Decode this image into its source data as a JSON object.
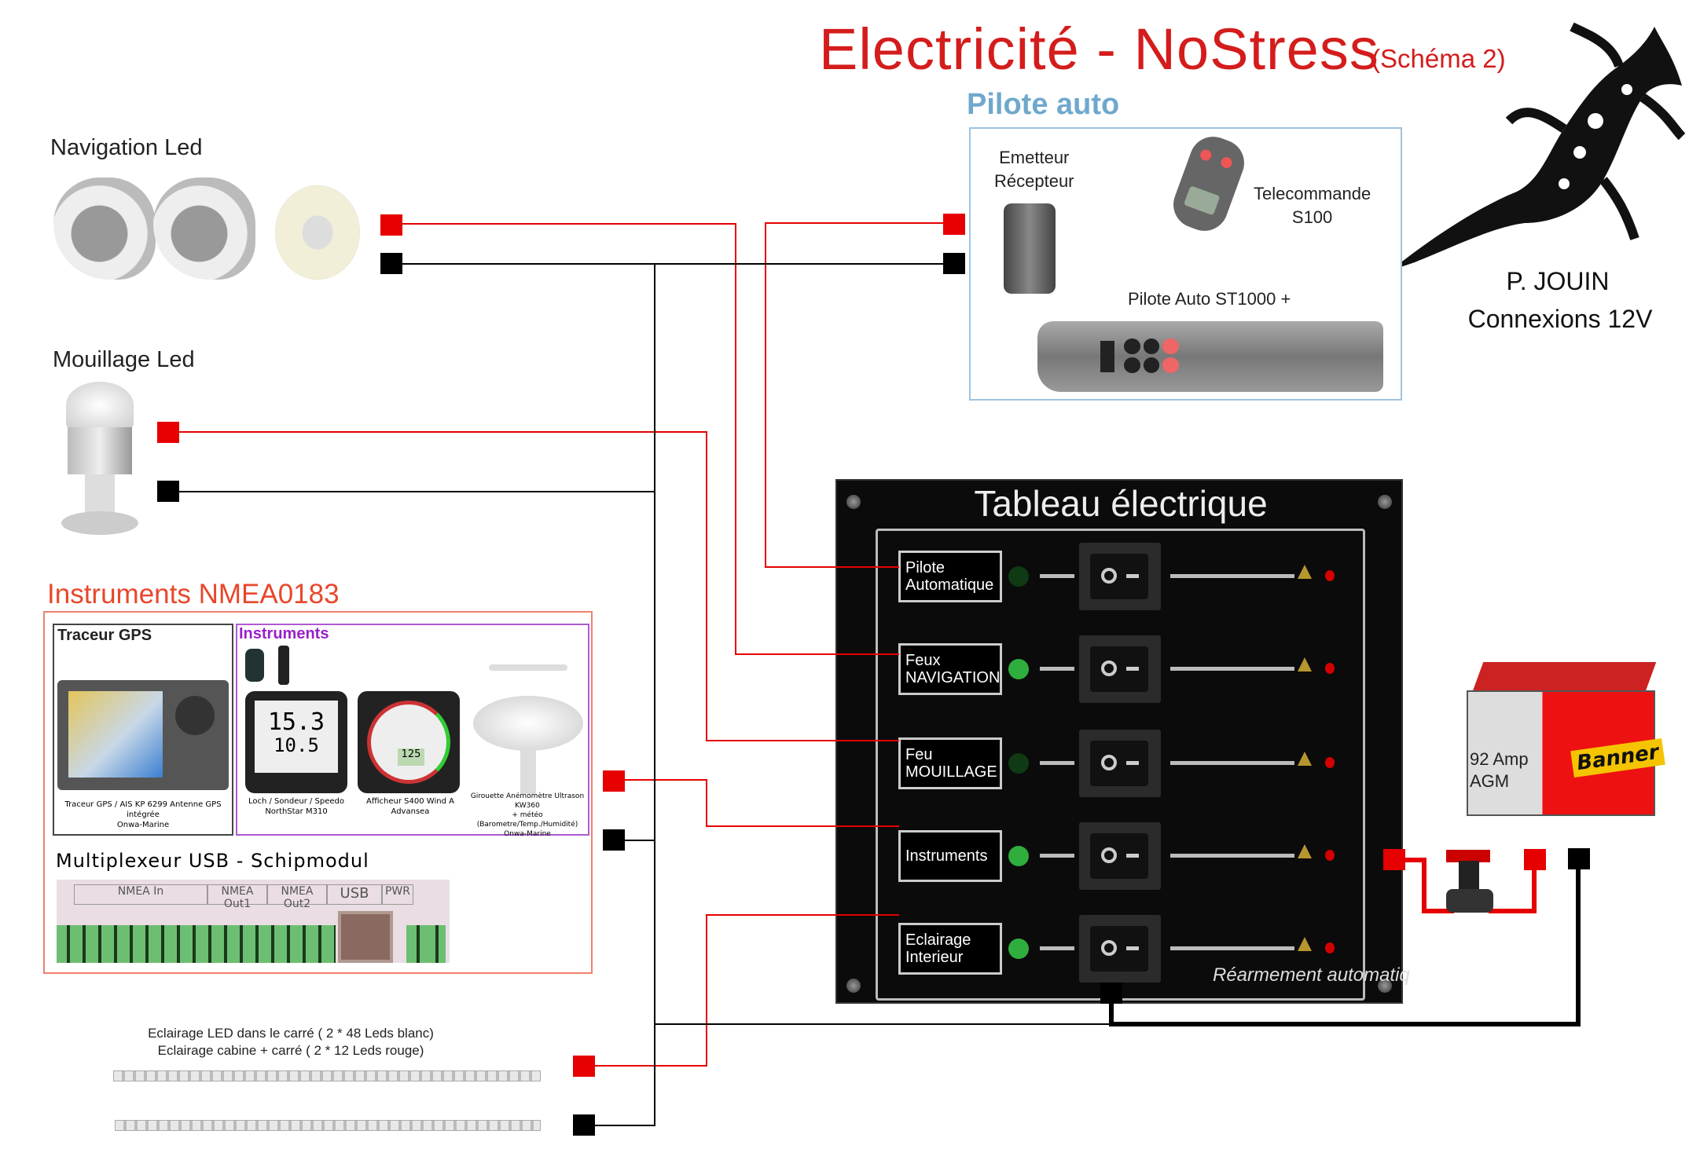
{
  "header": {
    "title": "Electricité - NoStress",
    "subtitle": "(Schéma 2)",
    "author": "P. JOUIN",
    "connections": "Connexions 12V"
  },
  "pilote": {
    "section": "Pilote auto",
    "emitter": [
      "Emetteur",
      "Récepteur"
    ],
    "remote": [
      "Telecommande",
      "S100"
    ],
    "autopilot": "Pilote Auto ST1000 +"
  },
  "lights": {
    "navigation": "Navigation Led",
    "mooring": "Mouillage Led"
  },
  "instruments": {
    "section": "Instruments NMEA0183",
    "gps_title": "Traceur GPS",
    "gps_caption": [
      "Traceur GPS / AIS KP 6299 Antenne GPS intégrée",
      "Onwa-Marine"
    ],
    "instr_title": "Instruments",
    "loch_caption": [
      "Loch / Sondeur / Speedo",
      "NorthStar M310"
    ],
    "wind_caption": [
      "Afficheur S400 Wind A",
      "Advansea"
    ],
    "girouette_caption": [
      "Girouette Anémomètre Ultrason KW360",
      "+ météo (Barometre/Temp./Humidité)",
      "Onwa-Marine"
    ],
    "loch_values": [
      "15.3",
      "10.5"
    ],
    "wind_value": "125",
    "multiplexer": "Multiplexeur USB - Schipmodul",
    "mux_ports": [
      "NMEA In",
      "NMEA Out1",
      "NMEA Out2",
      "USB",
      "PWR"
    ]
  },
  "interior": {
    "line1": "Eclairage LED dans le carré ( 2 * 48 Leds blanc)",
    "line2": "Eclairage cabine + carré ( 2 * 12 Leds rouge)"
  },
  "panel": {
    "title": "Tableau électrique",
    "footer": "Réarmement automatiq",
    "circuits": [
      {
        "label": [
          "Pilote",
          "Automatique"
        ],
        "led_on": false
      },
      {
        "label": [
          "Feux",
          "NAVIGATION"
        ],
        "led_on": true
      },
      {
        "label": [
          "Feu",
          "MOUILLAGE"
        ],
        "led_on": false
      },
      {
        "label": [
          "Instruments",
          ""
        ],
        "led_on": true
      },
      {
        "label": [
          "Eclairage",
          "Interieur"
        ],
        "led_on": true
      }
    ]
  },
  "battery": {
    "capacity": "92 Amp",
    "type": "AGM",
    "brand": "Banner"
  },
  "colors": {
    "positive": "#e60000",
    "negative": "#000000",
    "title": "#d41c1c",
    "pilote_label": "#6fa8cc",
    "instruments_label": "#9b1fc9",
    "led_green": "#2fae3e"
  }
}
